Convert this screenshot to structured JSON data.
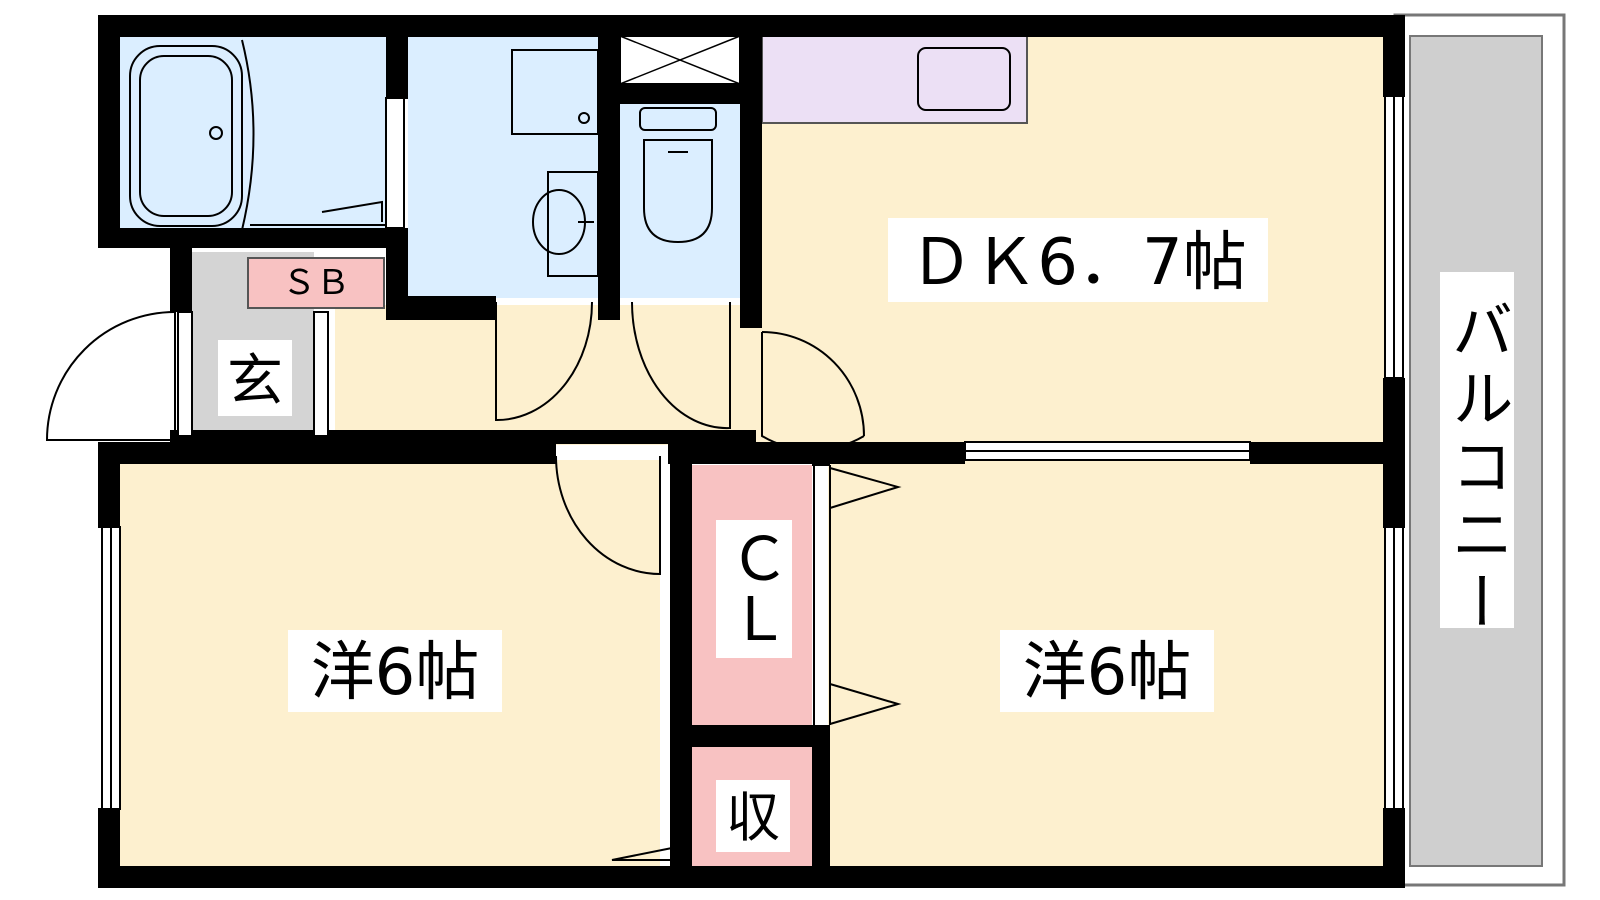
{
  "floor_plan": {
    "rooms": {
      "dk": {
        "label": "ＤＫ6．7帖"
      },
      "western_left": {
        "label": "洋6帖"
      },
      "western_right": {
        "label": "洋6帖"
      },
      "balcony": {
        "label": "バルコニー"
      },
      "entrance": {
        "label": "玄"
      },
      "shoe_box": {
        "label": "ＳＢ"
      },
      "closet": {
        "label": "ＣＬ"
      },
      "storage": {
        "label": "収"
      }
    },
    "colors": {
      "room_floor": "#fdf0cf",
      "wet_area": "#dbeeff",
      "kitchen": "#ece0f5",
      "storage": "#f8c2c2",
      "entrance": "#d4d4d4",
      "balcony": "#cfcfcf",
      "wall": "#000000"
    }
  }
}
